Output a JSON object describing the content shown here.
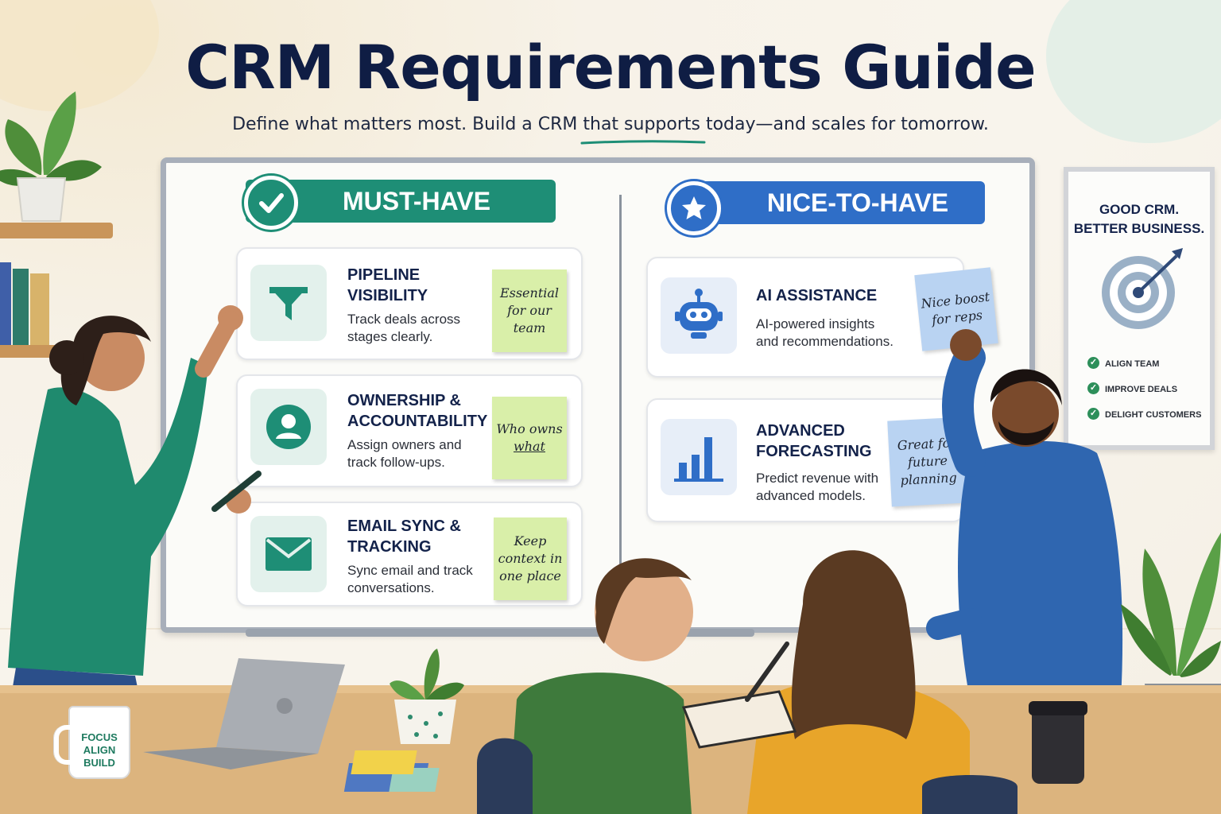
{
  "header": {
    "title": "CRM Requirements Guide",
    "subtitle": "Define what matters most. Build a CRM that supports today—and scales for tomorrow."
  },
  "must_have": {
    "heading": "MUST-HAVE",
    "icon": "check-icon",
    "color": "#1e8e76",
    "items": [
      {
        "icon": "funnel-icon",
        "title_line1": "PIPELINE",
        "title_line2": "VISIBILITY",
        "desc_line1": "Track deals across",
        "desc_line2": "stages clearly.",
        "note_lines": [
          "Essential",
          "for our",
          "team"
        ]
      },
      {
        "icon": "user-icon",
        "title_line1": "OWNERSHIP &",
        "title_line2": "ACCOUNTABILITY",
        "desc_line1": "Assign owners and",
        "desc_line2": "track follow-ups.",
        "note_lines": [
          "Who owns",
          "what"
        ]
      },
      {
        "icon": "envelope-icon",
        "title_line1": "EMAIL SYNC &",
        "title_line2": "TRACKING",
        "desc_line1": "Sync email and track",
        "desc_line2": "conversations.",
        "note_lines": [
          "Keep",
          "context in",
          "one place"
        ]
      }
    ]
  },
  "nice_to_have": {
    "heading": "NICE-TO-HAVE",
    "icon": "star-icon",
    "color": "#2f6ec7",
    "items": [
      {
        "icon": "robot-icon",
        "title_line1": "AI ASSISTANCE",
        "title_line2": "",
        "desc_line1": "AI-powered insights",
        "desc_line2": "and recommendations.",
        "note_lines": [
          "Nice boost",
          "for reps"
        ]
      },
      {
        "icon": "bar-chart-icon",
        "title_line1": "ADVANCED",
        "title_line2": "FORECASTING",
        "desc_line1": "Predict revenue with",
        "desc_line2": "advanced models.",
        "note_lines": [
          "Great for",
          "future",
          "planning"
        ]
      }
    ]
  },
  "poster": {
    "title_line1": "GOOD CRM.",
    "title_line2": "BETTER BUSINESS.",
    "icon": "target-icon",
    "items": [
      "ALIGN TEAM",
      "IMPROVE DEALS",
      "DELIGHT CUSTOMERS"
    ]
  },
  "mug": {
    "lines": [
      "FOCUS",
      "ALIGN",
      "BUILD"
    ]
  }
}
